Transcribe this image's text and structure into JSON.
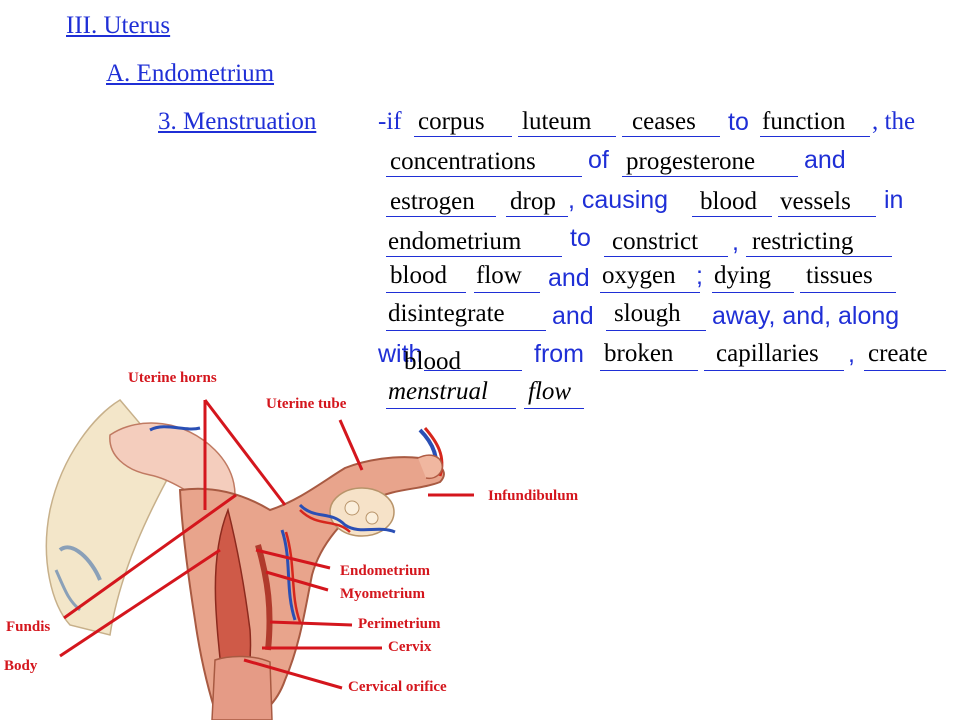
{
  "headings": {
    "h1": "III.  Uterus",
    "h2": "A.  Endometrium",
    "h3": "3.  Menstruation"
  },
  "sentence": {
    "w_if": "-if",
    "w_to": "to",
    "w_comma_the": ", the",
    "w_of": "of",
    "w_and": "and",
    "w_comma_causing": ", causing",
    "w_in": "in",
    "w_to2": "to",
    "w_comma": ",",
    "w_and2": "and",
    "w_semicolon": ";",
    "w_and3": "and",
    "w_away": "away, and, along",
    "w_with": "with",
    "w_from": "from",
    "w_comma2": ","
  },
  "answers": {
    "a1": "corpus",
    "a2": "luteum",
    "a3": "ceases",
    "a4": "function",
    "a5": "concentrations",
    "a6": "progesterone",
    "a7": "estrogen",
    "a8": "drop",
    "a9": "blood",
    "a10": "vessels",
    "a11": "endometrium",
    "a12": "constrict",
    "a13": "restricting",
    "a14": "blood",
    "a15": "flow",
    "a16": "oxygen",
    "a17": "dying",
    "a18": "tissues",
    "a19": "disintegrate",
    "a20": "slough",
    "a21": "blood",
    "a22": "broken",
    "a23": "capillaries",
    "a24": "create",
    "a25": "menstrual",
    "a26": "flow"
  },
  "diagram_labels": {
    "uterine_horns": "Uterine horns",
    "uterine_tube": "Uterine tube",
    "infundibulum": "Infundibulum",
    "endometrium": "Endometrium",
    "myometrium": "Myometrium",
    "perimetrium": "Perimetrium",
    "cervix": "Cervix",
    "cervical_orifice": "Cervical orifice",
    "fundis": "Fundis",
    "body": "Body"
  },
  "colors": {
    "heading_blue": "#1f2fd6",
    "label_red": "#d4161d",
    "tissue": "#e8a48c"
  }
}
